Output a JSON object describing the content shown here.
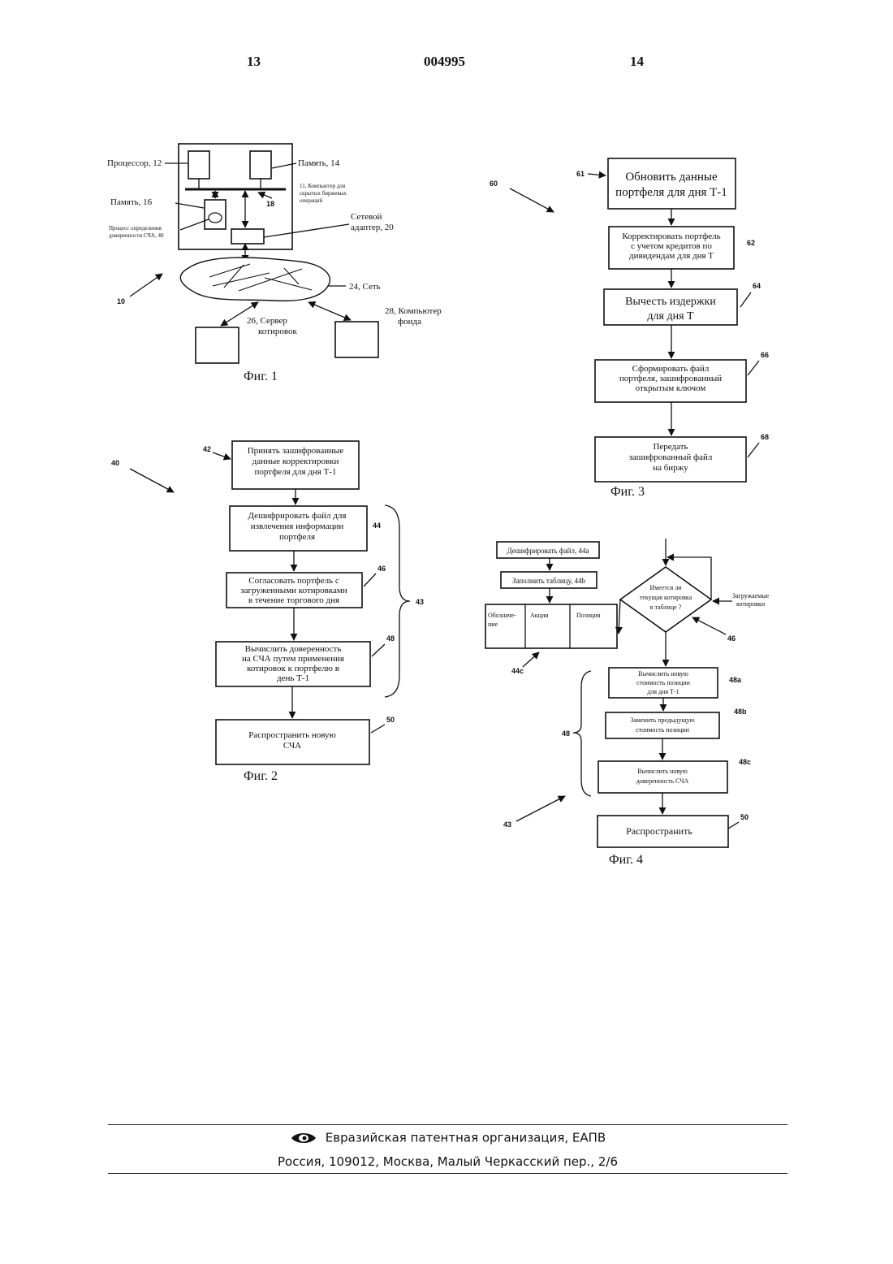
{
  "header": {
    "page_left": "13",
    "patent_number": "004995",
    "page_right": "14"
  },
  "fig1": {
    "caption": "Фиг. 1",
    "ref_system": "10",
    "processor": "Процессор, 12",
    "memory14": "Память, 14",
    "computer_line1": "11, Компьютер для",
    "computer_line2": "скрытых биржевых",
    "computer_line3": "операций",
    "bus_ref": "18",
    "memory16": "Память, 16",
    "process_line1": "Процесс определения",
    "process_line2": "доверенности СЧА, 40",
    "adapter_line1": "Сетевой",
    "adapter_line2": "адаптер, 20",
    "network": "24, Сеть",
    "quote_server_line1": "26, Сервер",
    "quote_server_line2": "котировок",
    "fund_computer_line1": "28, Компьютер",
    "fund_computer_line2": "фонда"
  },
  "fig2": {
    "caption": "Фиг. 2",
    "ref_process": "40",
    "ref_group": "43",
    "step42": {
      "ref": "42",
      "lines": [
        "Принять зашифрованные",
        "данные корректировки",
        "портфеля для дня Т-1"
      ]
    },
    "step44": {
      "ref": "44",
      "lines": [
        "Дешифрировать файл для",
        "извлечения информации",
        "портфеля"
      ]
    },
    "step46": {
      "ref": "46",
      "lines": [
        "Согласовать портфель с",
        "загруженными котировками",
        "в течение торгового дня"
      ]
    },
    "step48": {
      "ref": "48",
      "lines": [
        "Вычислить доверенность",
        "на СЧА путем применения",
        "котировок к портфелю в",
        "день Т-1"
      ]
    },
    "step50": {
      "ref": "50",
      "lines": [
        "Распространить новую",
        "СЧА"
      ]
    }
  },
  "fig3": {
    "caption": "Фиг. 3",
    "ref_process": "60",
    "step61": {
      "ref": "61",
      "lines": [
        "Обновить данные",
        "портфеля для дня Т-1"
      ]
    },
    "step62": {
      "ref": "62",
      "lines": [
        "Корректировать портфель",
        "с учетом кредитов по",
        "дивидендам для дня Т"
      ]
    },
    "step64": {
      "ref": "64",
      "lines": [
        "Вычесть издержки",
        "для дня Т"
      ]
    },
    "step66": {
      "ref": "66",
      "lines": [
        "Сформировать файл",
        "портфеля, зашифрованный",
        "открытым ключом"
      ]
    },
    "step68": {
      "ref": "68",
      "lines": [
        "Передать",
        "зашифрованный файл",
        "на биржу"
      ]
    }
  },
  "fig4": {
    "caption": "Фиг. 4",
    "ref_group43": "43",
    "ref_group48": "48",
    "step44a": "Дешифрировать файл, 44а",
    "step44b": "Заполнить таблицу, 44b",
    "table": {
      "ref": "44c",
      "col1_line1": "Обозначе-",
      "col1_line2": "ние",
      "col2": "Акции",
      "col3": "Позиция"
    },
    "decision": {
      "ref": "46",
      "lines": [
        "Имеется ли",
        "текущая котировка",
        "в таблице ?"
      ]
    },
    "loaded_line1": "Загружаемые",
    "loaded_line2": "котировки",
    "step48a": {
      "ref": "48а",
      "lines": [
        "Вычислить новую",
        "стоимость позиции",
        "для дня Т-1"
      ]
    },
    "step48b": {
      "ref": "48b",
      "lines": [
        "Заменить предыдущую",
        "стоимость позиции"
      ]
    },
    "step48c": {
      "ref": "48с",
      "lines": [
        "Вычислить новую",
        "доверенность СЧА"
      ]
    },
    "step50": {
      "ref": "50",
      "lines": [
        "Распространить"
      ]
    }
  },
  "footer": {
    "organization": "Евразийская патентная организация, ЕАПВ",
    "address": "Россия, 109012, Москва, Малый Черкасский пер., 2/6"
  }
}
